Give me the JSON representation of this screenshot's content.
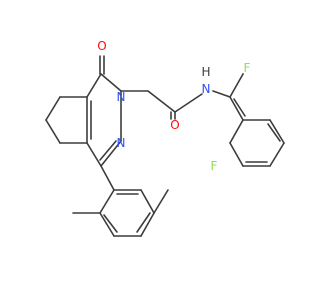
{
  "molecule": {
    "atom_labels": {
      "o_carbonyl_ring": "O",
      "o_amide": "O",
      "n_ring_1": "N",
      "n_ring_2": "N",
      "n_amide": "N",
      "h_amide": "H",
      "f_top": "F",
      "f_bottom": "F"
    },
    "colors": {
      "bond": "#3c3c3c",
      "oxygen": "#ff0d0d",
      "nitrogen": "#3050f8",
      "fluorine": "#90e050",
      "hydrogen": "#3c3c3c"
    }
  }
}
